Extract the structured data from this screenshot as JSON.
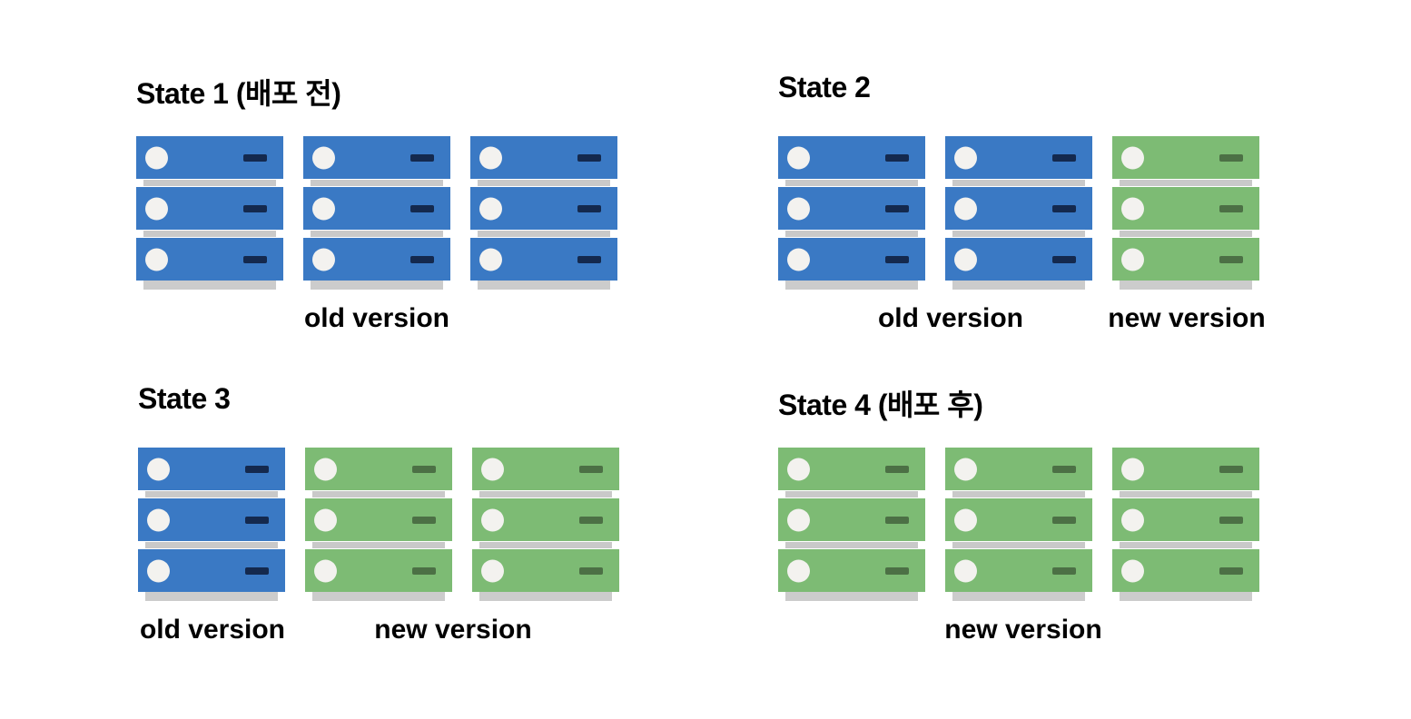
{
  "page": {
    "background": "#ffffff",
    "text_color": "#000000"
  },
  "colors": {
    "old_server": "#3A79C4",
    "old_indicator": "#14294E",
    "new_server": "#7DBB74",
    "new_indicator": "#4C7045",
    "rack_separator": "#C9C9C9",
    "rack_shadow": "#CCCCCC",
    "led_circle": "#F3F2EF"
  },
  "states": [
    {
      "title": "State 1 (배포 전)",
      "stacks": [
        "old",
        "old",
        "old"
      ],
      "labels": [
        {
          "text": "old version",
          "version": "old"
        }
      ]
    },
    {
      "title": "State 2",
      "stacks": [
        "old",
        "old",
        "new"
      ],
      "labels": [
        {
          "text": "old version",
          "version": "old"
        },
        {
          "text": "new version",
          "version": "new"
        }
      ]
    },
    {
      "title": "State 3",
      "stacks": [
        "old",
        "new",
        "new"
      ],
      "labels": [
        {
          "text": "old version",
          "version": "old"
        },
        {
          "text": "new version",
          "version": "new"
        }
      ]
    },
    {
      "title": "State 4 (배포 후)",
      "stacks": [
        "new",
        "new",
        "new"
      ],
      "labels": [
        {
          "text": "new version",
          "version": "new"
        }
      ]
    }
  ]
}
